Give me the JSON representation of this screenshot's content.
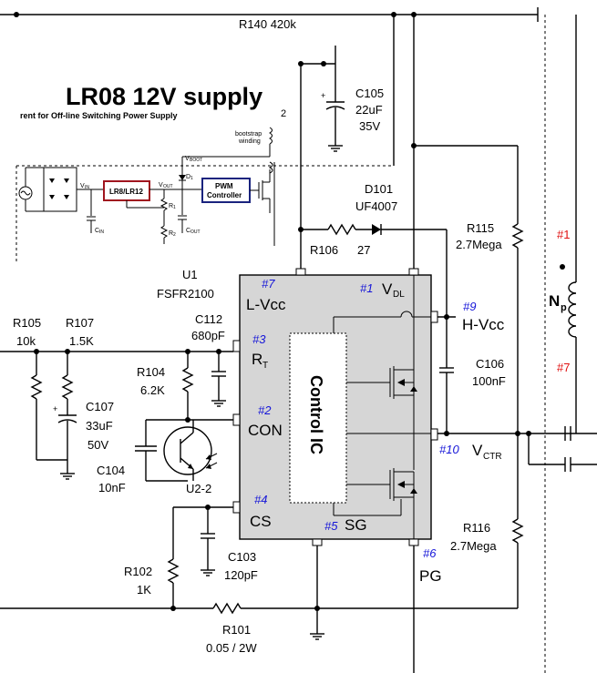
{
  "title": {
    "text": "LR08 12V supply",
    "top_fragment": "R140 420k"
  },
  "inset": {
    "subtitle": "rent for Off-line Switching Power Supply",
    "block_lr": "LR8/LR12",
    "block_pwm_1": "PWM",
    "block_pwm_2": "Controller",
    "bootstrap_1": "bootstrap",
    "bootstrap_2": "winding",
    "v_in": "V",
    "v_in_sub": "IN",
    "v_out": "V",
    "v_out_sub": "OUT",
    "v_boot": "V",
    "v_boot_sub": "BOOT",
    "d1": "D",
    "d1_sub": "1",
    "r1": "R",
    "r1_sub": "1",
    "r2": "R",
    "r2_sub": "2",
    "c_in": "C",
    "c_in_sub": "IN",
    "c_out": "C",
    "c_out_sub": "OUT",
    "winding_num": "2"
  },
  "ic": {
    "ref": "U1",
    "part": "FSFR2100",
    "core_label": "Control IC",
    "pins": {
      "p7_num": "#7",
      "p7_name": "L-Vcc",
      "p1_num": "#1",
      "p1_name": "V",
      "p1_sub": "DL",
      "p3_num": "#3",
      "p3_name": "R",
      "p3_sub": "T",
      "p2_num": "#2",
      "p2_name": "CON",
      "p4_num": "#4",
      "p4_name": "CS",
      "p5_num": "#5",
      "p5_name": "SG",
      "p6_num": "#6",
      "p6_name": "PG",
      "p9_num": "#9",
      "p9_name": "H-Vcc",
      "p10_num": "#10",
      "p10_name": "V",
      "p10_sub": "CTR"
    }
  },
  "components": {
    "c105": [
      "C105",
      "22uF",
      "35V"
    ],
    "d101": [
      "D101",
      "UF4007"
    ],
    "r106": [
      "R106",
      "27"
    ],
    "r115": [
      "R115",
      "2.7Mega"
    ],
    "r105": [
      "R105",
      "10k"
    ],
    "r107": [
      "R107",
      "1.5K"
    ],
    "c112": [
      "C112",
      "680pF"
    ],
    "r104": [
      "R104",
      "6.2K"
    ],
    "c107": [
      "C107",
      "33uF",
      "50V"
    ],
    "c104": [
      "C104",
      "10nF"
    ],
    "u2": "U2-2",
    "c106": [
      "C106",
      "100nF"
    ],
    "r116": [
      "R116",
      "2.7Mega"
    ],
    "r102": [
      "R102",
      "1K"
    ],
    "c103": [
      "C103",
      "120pF"
    ],
    "r101": [
      "R101",
      "0.05 / 2W"
    ]
  },
  "transformer": {
    "np": "N",
    "np_sub": "p",
    "pin1": "#1",
    "pin7": "#7"
  },
  "colors": {
    "pin_number": "#1515d8",
    "transformer_pin": "#e01010",
    "lr_block": "#a0151e",
    "pwm_block": "#1a237e",
    "ic_body": "#d6d6d6"
  }
}
